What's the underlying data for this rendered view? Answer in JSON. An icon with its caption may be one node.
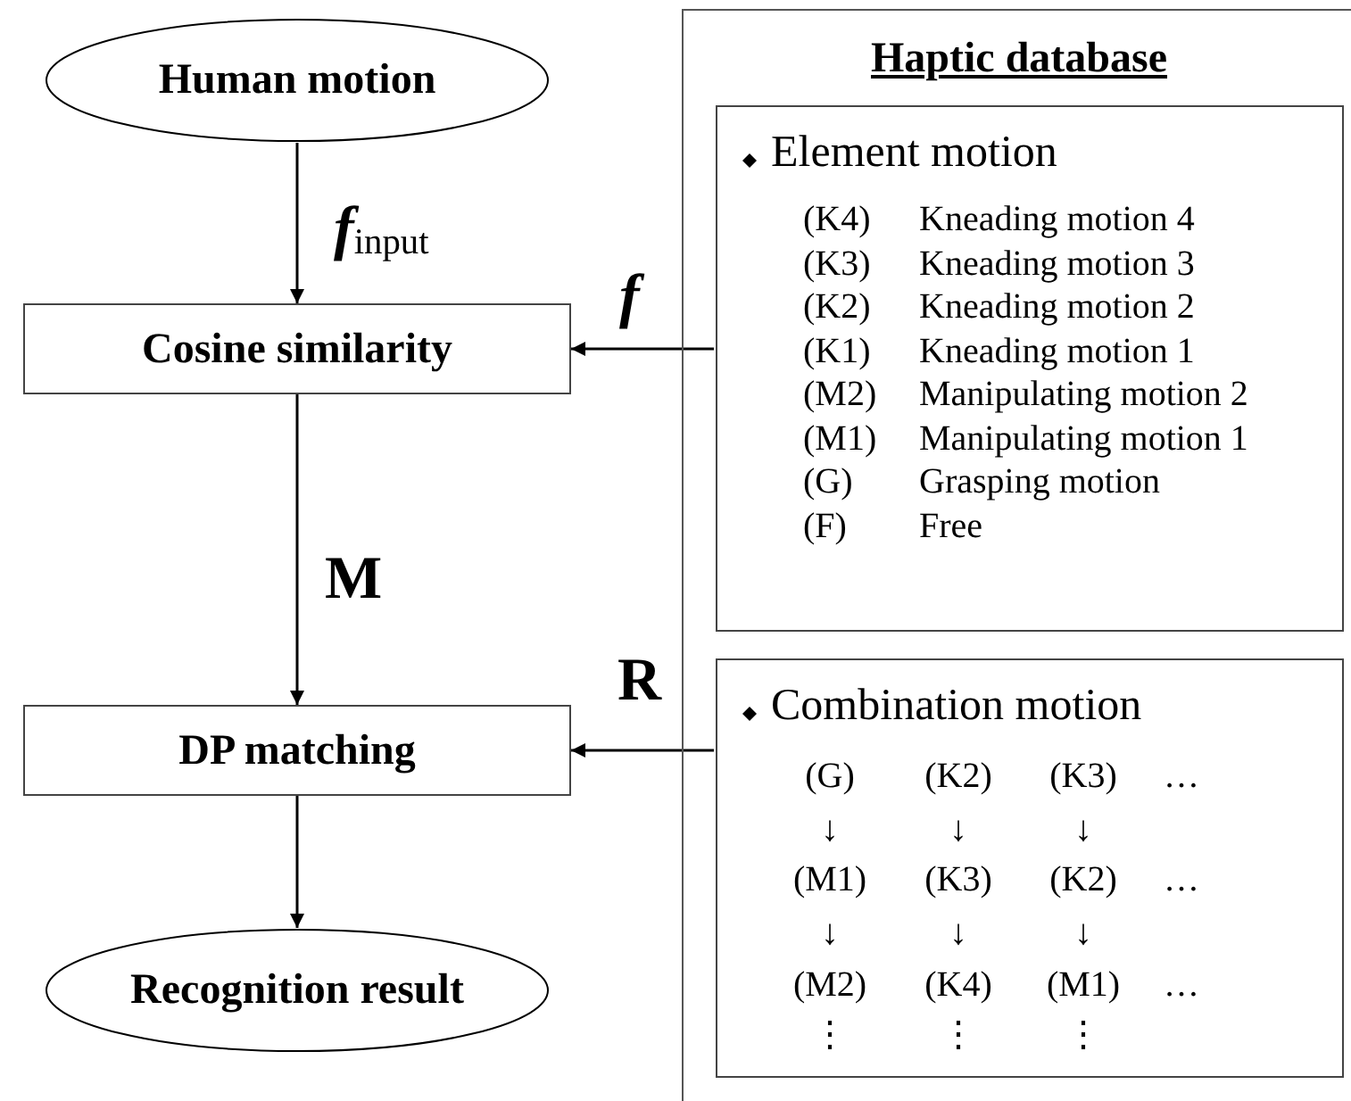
{
  "diagram": {
    "nodes": [
      {
        "text": [
          "Human motion"
        ]
      },
      {
        "text": [
          "Cosine similarity"
        ]
      },
      {
        "text": [
          "DP matching"
        ]
      },
      {
        "text": [
          "Recognition result"
        ]
      },
      {
        "text": [
          "Haptic database"
        ]
      },
      {
        "text": [
          "Element motion",
          "(K4)",
          "Kneading motion 4",
          "(K3)",
          "Kneading motion 3",
          "(K2)",
          "Kneading motion 2",
          "(K1)",
          "Kneading motion 1",
          "(M2)",
          "Manipulating motion 2",
          "(M1)",
          "Manipulating motion 1",
          "(G)",
          "Grasping motion",
          "(F)",
          "Free"
        ],
        "in": 4
      },
      {
        "text": [
          "Combination motion",
          "(G)",
          "(K2)",
          "(K3)",
          "…",
          "↓",
          "↓",
          "↓",
          "(M1)",
          "(K3)",
          "(K2)",
          "…",
          "↓",
          "↓",
          "↓",
          "(M2)",
          "(K4)",
          "(M1)",
          "…",
          "⋮",
          "⋮",
          "⋮"
        ],
        "in": 4
      }
    ],
    "edges": [
      {
        "from": 0,
        "to": 1,
        "arrow": "to",
        "label": "*f*$_{input}$"
      },
      {
        "from": 1,
        "to": 2,
        "arrow": "to",
        "label": "M"
      },
      {
        "from": 5,
        "to": 1,
        "arrow": "to",
        "label": "*f*"
      },
      {
        "from": 6,
        "to": 2,
        "arrow": "to",
        "label": "R"
      },
      {
        "from": 2,
        "to": 3,
        "arrow": "to"
      }
    ]
  }
}
